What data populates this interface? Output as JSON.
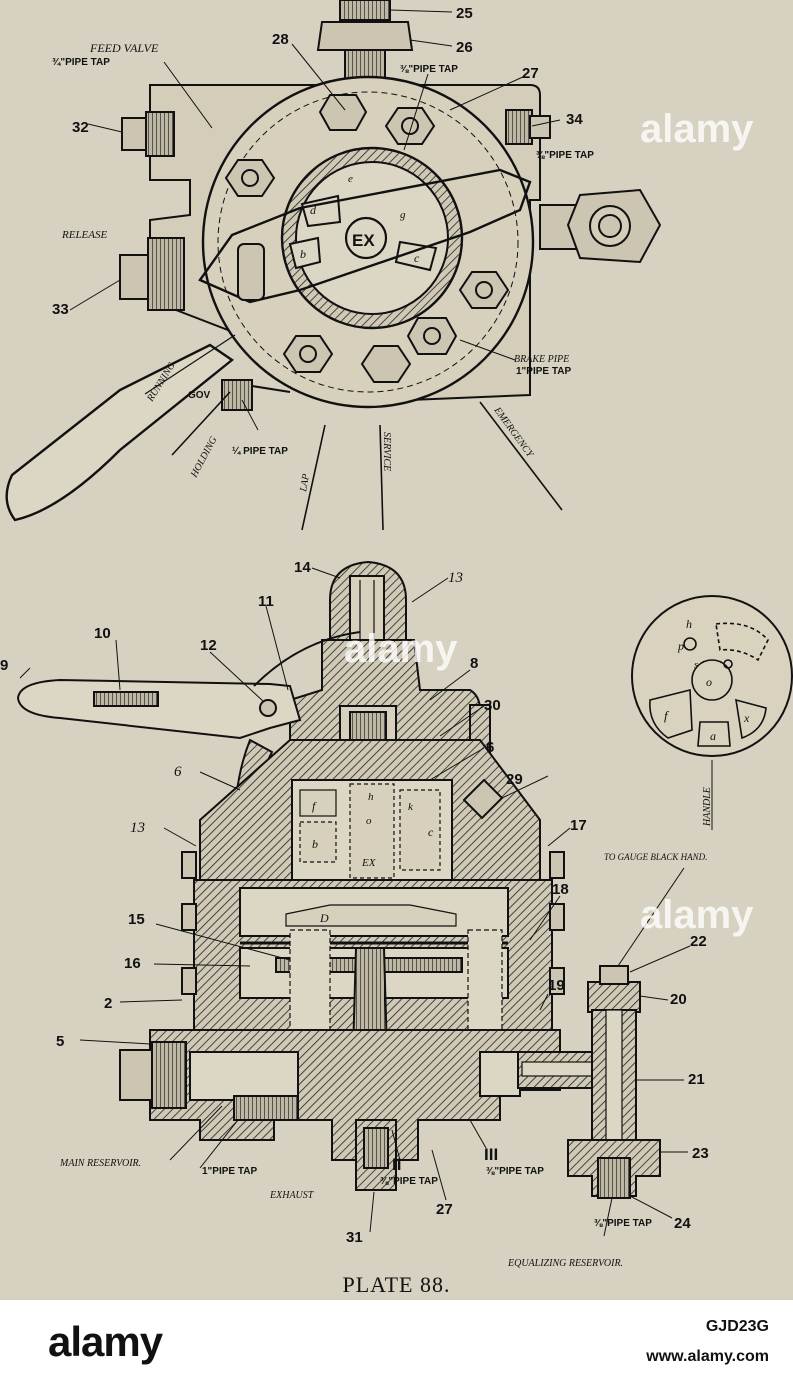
{
  "caption": "PLATE 88.",
  "watermark": "alamy",
  "footer": {
    "logo": "alamy",
    "image_id": "GJD23G",
    "site": "www.alamy.com"
  },
  "top_view": {
    "labels": {
      "n25": "25",
      "n26": "26",
      "n27": "27",
      "n28": "28",
      "n32": "32",
      "n33": "33",
      "n34": "34",
      "feed_valve": "FEED VALVE",
      "pipe_tap_feed": "¾\"PIPE TAP",
      "pipe_tap_top": "⅜\"PIPE TAP",
      "pipe_tap_34": "⅜\"PIPE TAP",
      "release": "RELEASE",
      "gov": "GOV",
      "quarter_pipe_tap": "¼ PIPE TAP",
      "brake_pipe": "BRAKE PIPE",
      "brake_pipe_tap": "1\"PIPE TAP",
      "ex": "EX",
      "port_b": "b",
      "port_c": "c",
      "port_d": "d",
      "port_e": "e",
      "port_g": "g"
    },
    "handle_positions": {
      "release": "RELEASE",
      "running": "RUNNING",
      "holding": "HOLDING",
      "lap": "LAP",
      "service": "SERVICE",
      "emergency": "EMERGENCY"
    }
  },
  "section_view": {
    "labels": {
      "n2": "2",
      "n5": "5",
      "n6": "6",
      "n6b": "6",
      "n8": "8",
      "n9": "9",
      "n10": "10",
      "n11": "11",
      "n12": "12",
      "n13": "13",
      "n13b": "13",
      "n14": "14",
      "n15": "15",
      "n16": "16",
      "n17": "17",
      "n18": "18",
      "n19": "19",
      "n20": "20",
      "n21": "21",
      "n22": "22",
      "n23": "23",
      "n24": "24",
      "n27": "27",
      "n29": "29",
      "n30": "30",
      "n31": "31",
      "to_gauge": "TO GAUGE BLACK HAND.",
      "main_reservoir": "MAIN RESERVOIR.",
      "one_pipe_tap": "1\"PIPE TAP",
      "exhaust": "EXHAUST",
      "roman_2": "II",
      "roman_3": "III",
      "tap_ii": "⅜\"PIPE TAP",
      "tap_iii": "⅜\"PIPE TAP",
      "tap_24": "⅜\"PIPE TAP",
      "equalizing_reservoir": "EQUALIZING RESERVOIR.",
      "port_f": "f",
      "port_h": "h",
      "port_k": "k",
      "port_o": "o",
      "port_b": "b",
      "port_c": "c",
      "port_d": "D",
      "port_ex": "EX"
    }
  },
  "handle_view": {
    "label": "HANDLE",
    "ports": {
      "h": "h",
      "p": "p",
      "s": "s",
      "o": "o",
      "f": "f",
      "a": "a",
      "x": "x"
    }
  }
}
